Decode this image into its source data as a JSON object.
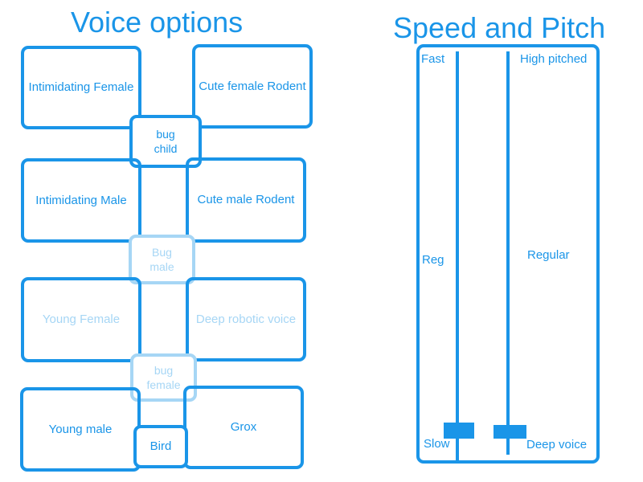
{
  "voice_options": {
    "title": "Voice options",
    "buttons": {
      "intimidating_female": "Intimidating Female",
      "cute_female_rodent": "Cute female Rodent",
      "bug_child": "bug child",
      "intimidating_male": "Intimidating Male",
      "cute_male_rodent": "Cute male Rodent",
      "bug_male": "Bug male",
      "young_female": "Young Female",
      "deep_robotic_voice": "Deep robotic voice",
      "bug_female": "bug female",
      "young_male": "Young male",
      "bird": "Bird",
      "grox": "Grox"
    }
  },
  "speed_pitch": {
    "title": "Speed and Pitch",
    "speed": {
      "top_label": "Fast",
      "mid_label": "Reg",
      "bottom_label": "Slow",
      "level": 0.0
    },
    "pitch": {
      "top_label": "High pitched",
      "mid_label": "Regular",
      "bottom_label": "Deep voice",
      "level": 0.0
    }
  },
  "colors": {
    "accent": "#1a95e8",
    "faded": "#a6d6f5"
  }
}
